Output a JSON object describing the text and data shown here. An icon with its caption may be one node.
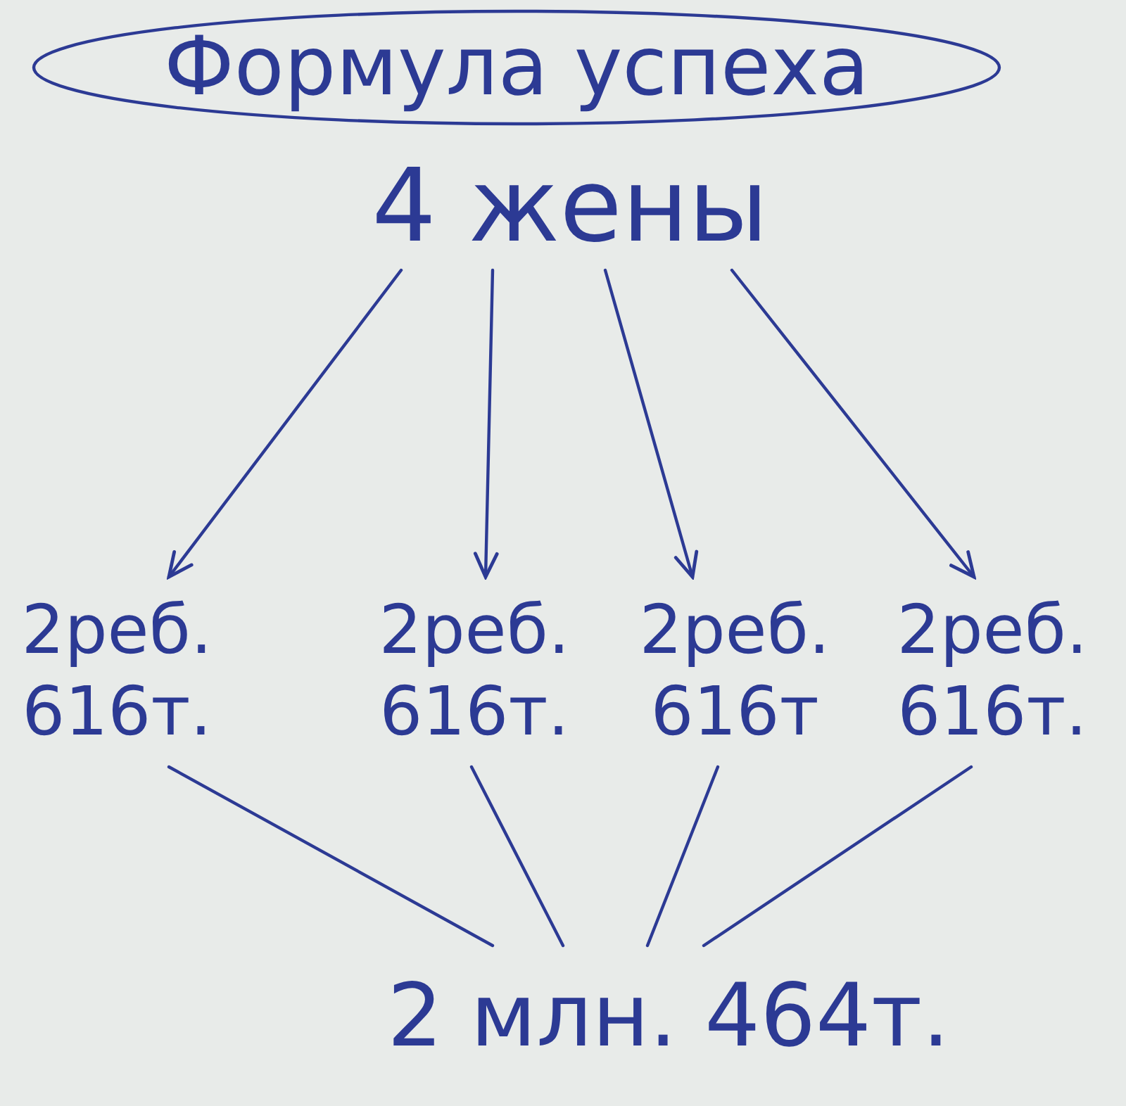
{
  "diagram": {
    "nodes": [
      {
        "text": [
          "Формула успеха"
        ]
      },
      {
        "text": [
          "4 жены"
        ]
      },
      {
        "text": [
          "2реб.",
          "616т."
        ]
      },
      {
        "text": [
          "2реб.",
          "616т."
        ]
      },
      {
        "text": [
          "2реб.",
          "616т"
        ]
      },
      {
        "text": [
          "2реб.",
          "616т."
        ]
      },
      {
        "text": [
          "2 млн. 464т."
        ]
      }
    ],
    "edges": [
      {
        "from": 1,
        "to": 2,
        "arrow": "to"
      },
      {
        "from": 1,
        "to": 3,
        "arrow": "to"
      },
      {
        "from": 1,
        "to": 4,
        "arrow": "to"
      },
      {
        "from": 1,
        "to": 5,
        "arrow": "to"
      },
      {
        "from": 2,
        "to": 6,
        "arrow": "none"
      },
      {
        "from": 3,
        "to": 6,
        "arrow": "none"
      },
      {
        "from": 4,
        "to": 6,
        "arrow": "none"
      },
      {
        "from": 5,
        "to": 6,
        "arrow": "none"
      }
    ]
  }
}
